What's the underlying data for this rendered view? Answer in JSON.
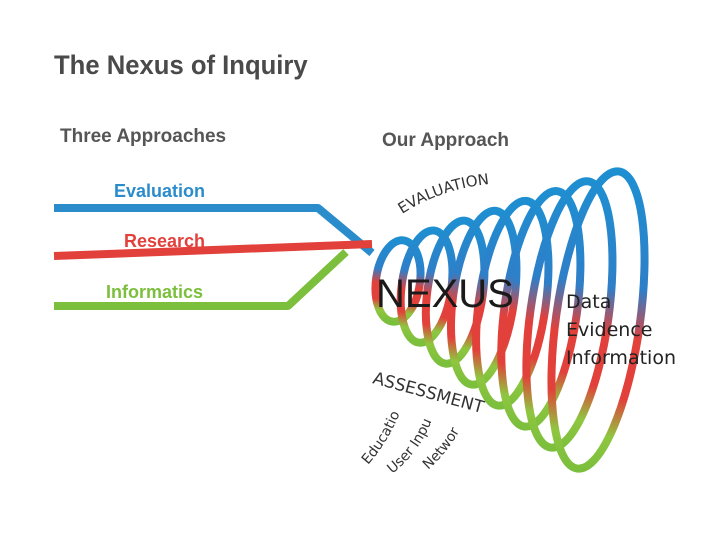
{
  "title": "The Nexus of Inquiry",
  "left_heading": "Three Approaches",
  "right_heading": "Our Approach",
  "approaches": [
    {
      "label": "Evaluation",
      "color": "#2b8ccc"
    },
    {
      "label": "Research",
      "color": "#e2403a"
    },
    {
      "label": "Informatics",
      "color": "#7bbf3c"
    }
  ],
  "curved_labels": {
    "evaluation": "EVALUATION",
    "assessments": "ASSESSMENTS",
    "education": "Education",
    "user_inputs": "User Inputs",
    "network": "Network"
  },
  "center_label": "NEXUS",
  "side_list": [
    "Data",
    "Evidence",
    "Information"
  ]
}
